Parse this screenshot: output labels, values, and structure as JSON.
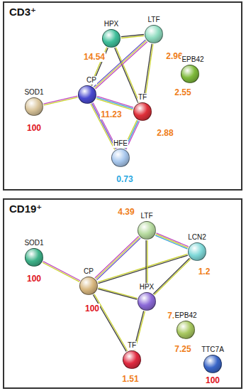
{
  "diagram": {
    "nodes": [
      {
        "text": [
          "CD3⁺"
        ]
      },
      {
        "text": [
          "HPX",
          "14.54"
        ],
        "in": 0
      },
      {
        "text": [
          "LTF",
          "2.96"
        ],
        "in": 0
      },
      {
        "text": [
          "EPB42",
          "2.55"
        ],
        "in": 0
      },
      {
        "text": [
          "SOD1",
          "100"
        ],
        "in": 0
      },
      {
        "text": [
          "CP",
          "11.23"
        ],
        "in": 0
      },
      {
        "text": [
          "TF",
          "2.88"
        ],
        "in": 0
      },
      {
        "text": [
          "HFE",
          "0.73"
        ],
        "in": 0
      },
      {
        "text": [
          "CD19⁺"
        ]
      },
      {
        "text": [
          "LTF",
          "4.39"
        ],
        "in": 8
      },
      {
        "text": [
          "LCN2",
          "1.2"
        ],
        "in": 8
      },
      {
        "text": [
          "SOD1",
          "100"
        ],
        "in": 8
      },
      {
        "text": [
          "CP",
          "100"
        ],
        "in": 8
      },
      {
        "text": [
          "HPX",
          "7.38"
        ],
        "in": 8
      },
      {
        "text": [
          "EPB42",
          "7.25"
        ],
        "in": 8
      },
      {
        "text": [
          "TF",
          "1.51"
        ],
        "in": 8
      },
      {
        "text": [
          "TTC7A",
          "100"
        ],
        "in": 8
      }
    ],
    "edges": [
      {
        "from": 1,
        "to": 2,
        "arrow": "none"
      },
      {
        "from": 1,
        "to": 5,
        "arrow": "none"
      },
      {
        "from": 1,
        "to": 6,
        "arrow": "none"
      },
      {
        "from": 2,
        "to": 5,
        "arrow": "none"
      },
      {
        "from": 2,
        "to": 6,
        "arrow": "none"
      },
      {
        "from": 5,
        "to": 6,
        "arrow": "none"
      },
      {
        "from": 4,
        "to": 5,
        "arrow": "none"
      },
      {
        "from": 5,
        "to": 7,
        "arrow": "none"
      },
      {
        "from": 6,
        "to": 7,
        "arrow": "none"
      },
      {
        "from": 11,
        "to": 12,
        "arrow": "none"
      },
      {
        "from": 12,
        "to": 9,
        "arrow": "none"
      },
      {
        "from": 12,
        "to": 10,
        "arrow": "none"
      },
      {
        "from": 12,
        "to": 13,
        "arrow": "none"
      },
      {
        "from": 12,
        "to": 15,
        "arrow": "none"
      },
      {
        "from": 9,
        "to": 10,
        "arrow": "none"
      },
      {
        "from": 9,
        "to": 13,
        "arrow": "none"
      },
      {
        "from": 10,
        "to": 13,
        "arrow": "none"
      },
      {
        "from": 13,
        "to": 15,
        "arrow": "none"
      }
    ]
  }
}
